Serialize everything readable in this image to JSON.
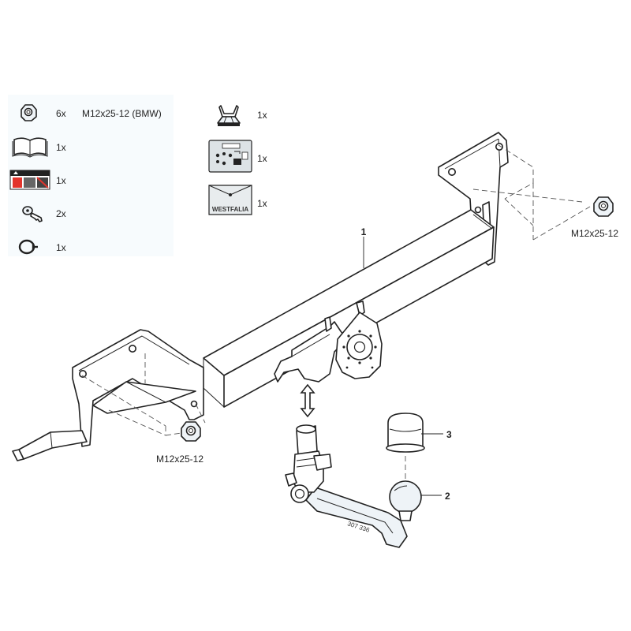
{
  "parts_list": {
    "items": [
      {
        "icon": "nut-icon",
        "qty": "6x",
        "spec": "M12x25-12 (BMW)"
      },
      {
        "icon": "book-icon",
        "qty": "1x",
        "spec": ""
      },
      {
        "icon": "warning-label-icon",
        "qty": "1x",
        "spec": ""
      },
      {
        "icon": "key-icon",
        "qty": "2x",
        "spec": ""
      },
      {
        "icon": "ring-icon",
        "qty": "1x",
        "spec": ""
      }
    ],
    "items_right": [
      {
        "icon": "clip-icon",
        "qty": "1x"
      },
      {
        "icon": "instruction-card-icon",
        "qty": "1x"
      },
      {
        "icon": "westfalia-pouch-icon",
        "qty": "1x",
        "brand": "WESTFALIA"
      }
    ]
  },
  "callouts": {
    "crossbar": "1",
    "ball_neck": "2",
    "cap": "3"
  },
  "nut_labels": {
    "right": "M12x25-12",
    "left": "M12x25-12"
  },
  "stamp": "307 336",
  "colors": {
    "line": "#222222",
    "light_fill": "#eef3f7"
  }
}
